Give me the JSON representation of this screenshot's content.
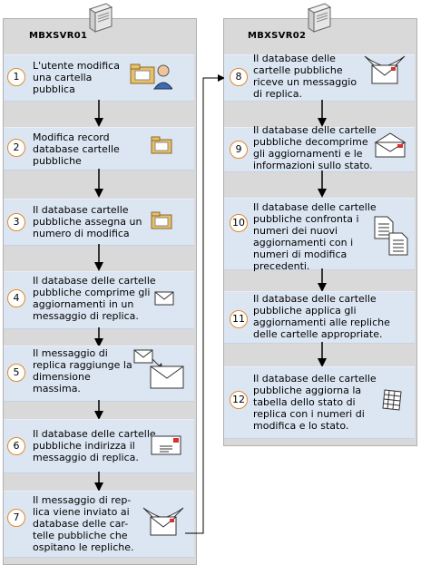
{
  "servers": [
    {
      "name": "MBXSVR01"
    },
    {
      "name": "MBXSVR02"
    }
  ],
  "steps": [
    {
      "number": "1",
      "text": "L'utente modifica\nuna cartella\npubblica",
      "icon": "folder-and-user-icon"
    },
    {
      "number": "2",
      "text": "Modifica record\ndatabase cartelle\npubbliche",
      "icon": "folder-icon"
    },
    {
      "number": "3",
      "text": "Il database cartelle\npubbliche assegna un\nnumero di modifica",
      "icon": "folder-icon"
    },
    {
      "number": "4",
      "text": "Il database delle cartelle\npubbliche comprime gli\naggiornamenti in un\nmessaggio di replica.",
      "icon": "envelope-icon"
    },
    {
      "number": "5",
      "text": "Il messaggio di\nreplica raggiunge la\ndimensione\nmassima.",
      "icon": "two-envelopes-icon"
    },
    {
      "number": "6",
      "text": "Il database delle cartelle\npubbliche indirizza il\nmessaggio di replica.",
      "icon": "addressed-envelope-icon"
    },
    {
      "number": "7",
      "text": "Il messaggio di rep-\nlica viene inviato ai\ndatabase delle car-\ntelle pubbliche che\nospitano le repliche.",
      "icon": "winged-envelope-icon"
    },
    {
      "number": "8",
      "text": "Il database delle\ncartelle pubbliche\nriceve un messaggio\ndi replica.",
      "icon": "winged-envelope-icon"
    },
    {
      "number": "9",
      "text": "Il database delle cartelle\npubbliche decomprime\ngli aggiornamenti e le\ninformazioni sullo stato.",
      "icon": "open-envelope-icon"
    },
    {
      "number": "10",
      "text": "Il database delle cartelle\npubbliche confronta i\nnumeri dei nuovi\naggiornamenti con i\nnumeri di modifica\nprecedenti.",
      "icon": "documents-icon"
    },
    {
      "number": "11",
      "text": "Il database delle cartelle\npubbliche applica gli\naggiornamenti alle repliche\ndelle cartelle appropriate.",
      "icon": "none"
    },
    {
      "number": "12",
      "text": "Il database delle cartelle\npubbliche aggiorna la\ntabella dello stato di\nreplica con i numeri di\nmodifica e lo stato.",
      "icon": "table-icon"
    }
  ],
  "colors": {
    "column": "#d9d9d9",
    "step_box": "#dce6f2",
    "number_ring": "#e08a2a",
    "folder": "#e8c06a",
    "envelope_stamp": "#d9302c"
  }
}
